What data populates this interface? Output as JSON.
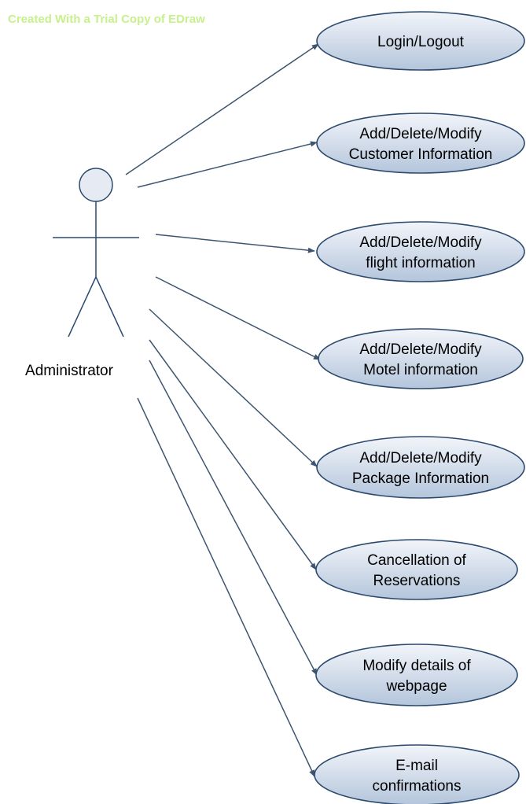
{
  "watermark": "Created With a Trial Copy of EDraw",
  "actor": {
    "label": "Administrator"
  },
  "use_cases": [
    {
      "id": "login-logout",
      "lines": [
        "Login/Logout"
      ]
    },
    {
      "id": "customer-info",
      "lines": [
        "Add/Delete/Modify",
        "Customer Information"
      ]
    },
    {
      "id": "flight-info",
      "lines": [
        "Add/Delete/Modify",
        "flight information"
      ]
    },
    {
      "id": "motel-info",
      "lines": [
        "Add/Delete/Modify",
        "Motel information"
      ]
    },
    {
      "id": "package-info",
      "lines": [
        "Add/Delete/Modify",
        "Package Information"
      ]
    },
    {
      "id": "cancellation",
      "lines": [
        "Cancellation of",
        "Reservations"
      ]
    },
    {
      "id": "webpage-details",
      "lines": [
        "Modify details of",
        "webpage"
      ]
    },
    {
      "id": "email-confirmations",
      "lines": [
        "E-mail",
        "confirmations"
      ]
    }
  ],
  "colors": {
    "ellipse_fill_top": "#f2f5fa",
    "ellipse_fill_bottom": "#b9c9dd",
    "ellipse_stroke": "#2c4a6e",
    "line": "#3e5570",
    "watermark": "#c8f08c"
  }
}
